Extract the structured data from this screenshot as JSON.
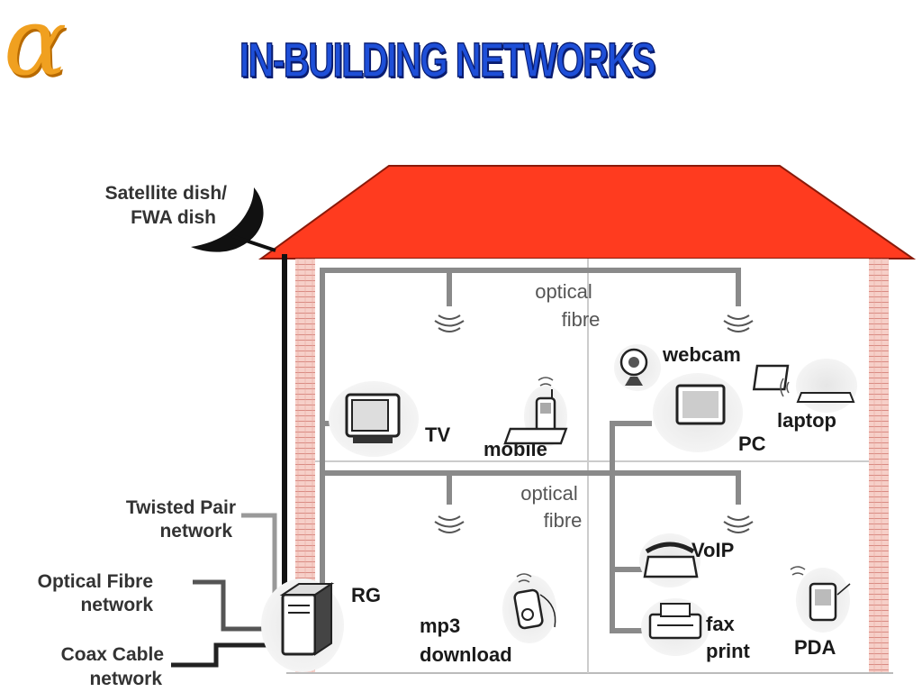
{
  "logo_glyph": "α",
  "title": "IN-BUILDING NETWORKS",
  "colors": {
    "roof": "#ff3b1f",
    "wall": "#f0b8b0",
    "network": "#8a8a8a",
    "title": "#1e4fd8",
    "logo": "#f0a020"
  },
  "labels": {
    "satellite_line1": "Satellite dish/",
    "satellite_line2": "FWA dish",
    "twisted_line1": "Twisted Pair",
    "twisted_line2": "network",
    "optical_net_line1": "Optical Fibre",
    "optical_net_line2": "network",
    "coax_line1": "Coax Cable",
    "coax_line2": "network",
    "optical_top_line1": "optical",
    "optical_top_line2": "fibre",
    "optical_mid_line1": "optical",
    "optical_mid_line2": "fibre"
  },
  "devices": {
    "tv": "TV",
    "mobile": "mobile",
    "webcam": "webcam",
    "pc": "PC",
    "laptop": "laptop",
    "rg": "RG",
    "mp3_line1": "mp3",
    "mp3_line2": "download",
    "voip": "VoIP",
    "fax_line1": "fax",
    "fax_line2": "print",
    "pda": "PDA"
  }
}
